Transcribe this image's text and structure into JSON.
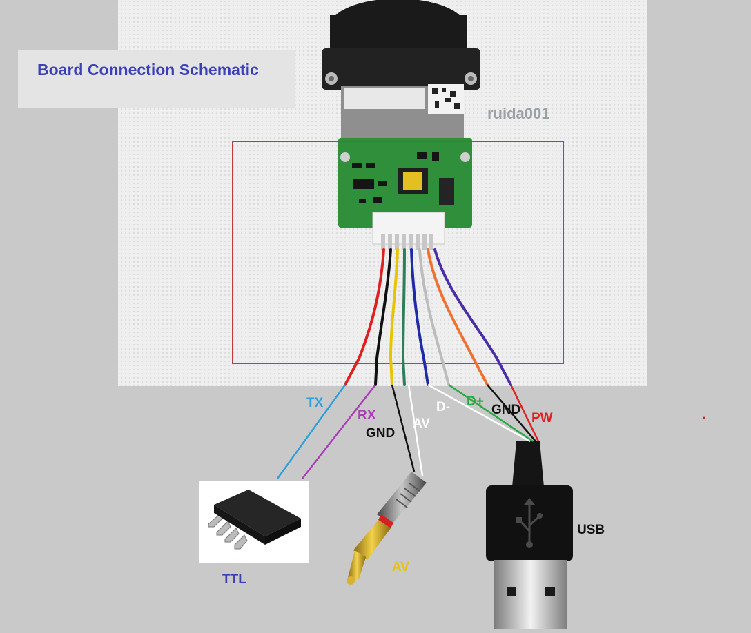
{
  "title": "Board Connection Schematic",
  "watermark": "ruida001",
  "wires": [
    {
      "label": "TX",
      "color": "#2f9fd8"
    },
    {
      "label": "RX",
      "color": "#a93db5"
    },
    {
      "label": "GND",
      "color": "#111111"
    },
    {
      "label": "AV",
      "color": "#ffffff"
    },
    {
      "label": "D-",
      "color": "#ffffff"
    },
    {
      "label": "D+",
      "color": "#28a745"
    },
    {
      "label": "GND",
      "color": "#111111"
    },
    {
      "label": "PW",
      "color": "#e02020"
    }
  ],
  "components": {
    "ttl": "TTL",
    "av": "AV",
    "usb": "USB"
  },
  "colors": {
    "title": "#3a3fb8",
    "highlight_box": "#c33a3a",
    "pcb": "#2f8f3a",
    "background": "#c9c9c9"
  }
}
